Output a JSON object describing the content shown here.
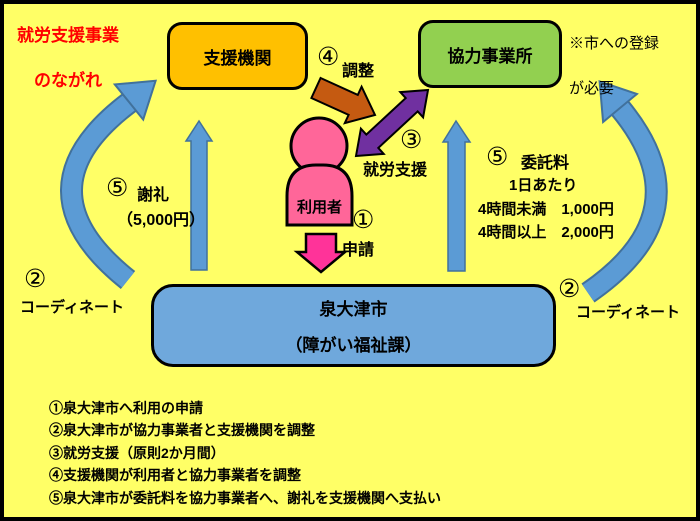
{
  "title": {
    "line1": "就労支援事業",
    "line2": "のながれ"
  },
  "colors": {
    "bg": "#FFFF66",
    "red": "#FF0000",
    "orange": "#FFC000",
    "green": "#92D050",
    "city-blue": "#6FA8DC",
    "arrow-blue": "#5B9BD5",
    "arrow-blue-dark": "#41719C",
    "person-pink": "#FF6699",
    "apply-pink": "#FF3399",
    "brown": "#C55A11",
    "purple": "#7030A0"
  },
  "boxes": {
    "support_org": "支援機関",
    "partner_office": "協力事業所",
    "city_line1": "泉大津市",
    "city_line2": "（障がい福祉課）",
    "user": "利用者"
  },
  "note": {
    "line1": "※市への登録",
    "line2": "が必要"
  },
  "steps": {
    "s1": {
      "num": "①",
      "label": "申請"
    },
    "s2_left": {
      "num": "②",
      "label": "コーディネート"
    },
    "s2_right": {
      "num": "②",
      "label": "コーディネート"
    },
    "s3": {
      "num": "③",
      "label": "就労支援"
    },
    "s4": {
      "num": "④",
      "label": "調整"
    },
    "s5_left": {
      "num": "⑤",
      "label": "謝礼",
      "amount": "（5,000円）"
    },
    "s5_right": {
      "num": "⑤",
      "label": "委託料",
      "per_day": "1日あたり",
      "fee_rows": [
        "4時間未満　1,000円",
        "4時間以上　2,000円"
      ]
    }
  },
  "legend": [
    "①泉大津市へ利用の申請",
    "②泉大津市が協力事業者と支援機関を調整",
    "③就労支援（原則2か月間）",
    "④支援機関が利用者と協力事業者を調整",
    "⑤泉大津市が委託料を協力事業者へ、謝礼を支援機関へ支払い"
  ]
}
